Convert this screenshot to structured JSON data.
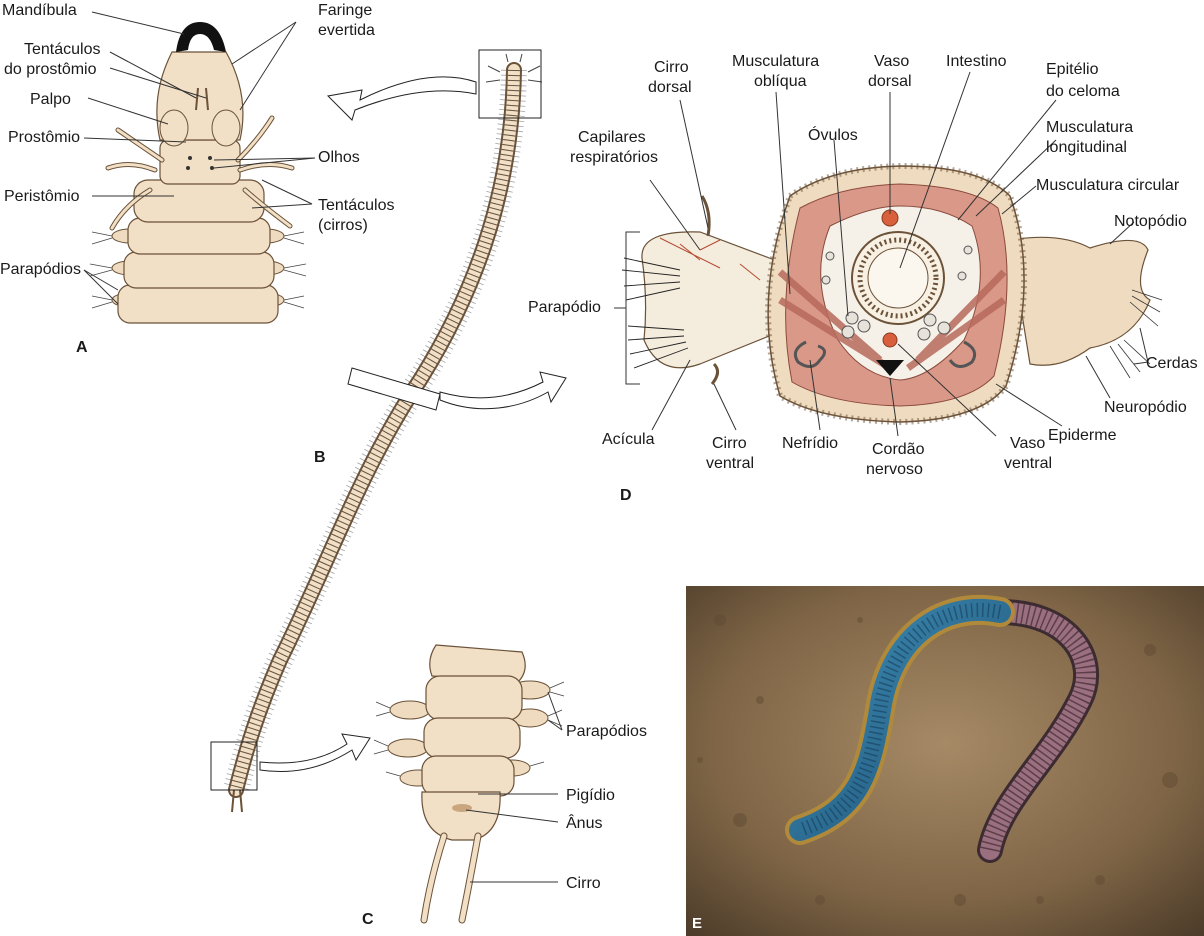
{
  "panels": {
    "a": "A",
    "b": "B",
    "c": "C",
    "d": "D",
    "e": "E"
  },
  "labels_a": {
    "mandibula": "Mandíbula",
    "faringe_1": "Faringe",
    "faringe_2": "evertida",
    "tentaculos_prost_1": "Tentáculos",
    "tentaculos_prost_2": "do prostômio",
    "palpo": "Palpo",
    "prostomio": "Prostômio",
    "olhos": "Olhos",
    "peristomio": "Peristômio",
    "tentaculos_cirros_1": "Tentáculos",
    "tentaculos_cirros_2": "(cirros)",
    "parapodios": "Parapódios"
  },
  "labels_c": {
    "parapodios": "Parapódios",
    "pigidio": "Pigídio",
    "anus": "Ânus",
    "cirro": "Cirro"
  },
  "labels_d": {
    "cirro_dorsal_1": "Cirro",
    "cirro_dorsal_2": "dorsal",
    "musc_obliqua_1": "Musculatura",
    "musc_obliqua_2": "oblíqua",
    "vaso_dorsal_1": "Vaso",
    "vaso_dorsal_2": "dorsal",
    "intestino": "Intestino",
    "epitelio_1": "Epitélio",
    "epitelio_2": "do celoma",
    "musc_long_1": "Musculatura",
    "musc_long_2": "longitudinal",
    "musc_circular": "Musculatura circular",
    "capilares_1": "Capilares",
    "capilares_2": "respiratórios",
    "ovulos": "Óvulos",
    "notopodio": "Notopódio",
    "parapodio": "Parapódio",
    "cerdas": "Cerdas",
    "neuropodio": "Neuropódio",
    "epiderme": "Epiderme",
    "acicula": "Acícula",
    "cirro_ventral_1": "Cirro",
    "cirro_ventral_2": "ventral",
    "nefridio": "Nefrídio",
    "cordao_1": "Cordão",
    "cordao_2": "nervoso",
    "vaso_ventral_1": "Vaso",
    "vaso_ventral_2": "ventral"
  },
  "colors": {
    "body": "#f1dfc6",
    "body_shade": "#d9b98f",
    "muscle": "#d99888",
    "muscle_dark": "#b76a5c",
    "vessel": "#d9603c",
    "photo_sand": "#8a7050",
    "worm_blue": "#2f6f95",
    "worm_pink": "#9a6f7f"
  }
}
